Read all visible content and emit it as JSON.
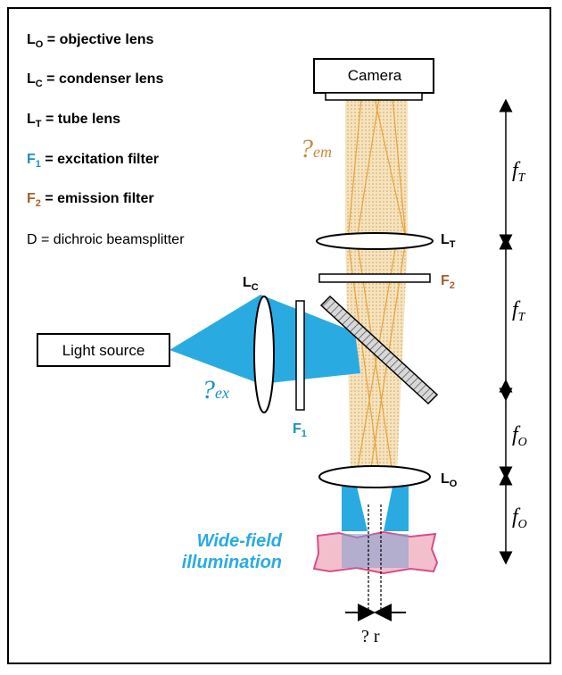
{
  "legend": [
    {
      "symbol": "L",
      "sub": "O",
      "text": " = objective lens",
      "color": "#000000"
    },
    {
      "symbol": "L",
      "sub": "C",
      "text": " = condenser lens",
      "color": "#000000"
    },
    {
      "symbol": "L",
      "sub": "T",
      "text": " = tube lens",
      "color": "#000000"
    },
    {
      "symbol": "F",
      "sub": "1",
      "text": " = excitation filter",
      "color": "#1a8fc4"
    },
    {
      "symbol": "F",
      "sub": "2",
      "text": " = emission filter",
      "color": "#a4622a"
    },
    {
      "symbol": "D",
      "sub": "",
      "text": " = dichroic beamsplitter",
      "color": "#000000"
    }
  ],
  "boxes": {
    "camera": "Camera",
    "light_source": "Light source"
  },
  "lens_labels": {
    "tube": {
      "main": "L",
      "sub": "T"
    },
    "condenser": {
      "main": "L",
      "sub": "C"
    },
    "objective": {
      "main": "L",
      "sub": "O"
    },
    "emission_filter": {
      "main": "F",
      "sub": "2"
    },
    "excitation_filter": {
      "main": "F",
      "sub": "1"
    }
  },
  "wavelengths": {
    "emission": {
      "main": "?",
      "sub": "em"
    },
    "excitation": {
      "main": "?",
      "sub": "ex"
    }
  },
  "distances": [
    {
      "main": "f",
      "sub": "T"
    },
    {
      "main": "f",
      "sub": "T"
    },
    {
      "main": "f",
      "sub": "O"
    },
    {
      "main": "f",
      "sub": "O"
    }
  ],
  "sample_label": [
    "Wide-field",
    "illumination"
  ],
  "resolution_label": "? r",
  "colors": {
    "excitation_beam": "#29abe2",
    "emission_beam": "#f2d9a8",
    "emission_ray": "#e8a33a",
    "sample": "#f3b8c8",
    "sample_edge": "#d94c8a",
    "emission_text": "#c98a3c",
    "excitation_text": "#1a8fc4"
  }
}
